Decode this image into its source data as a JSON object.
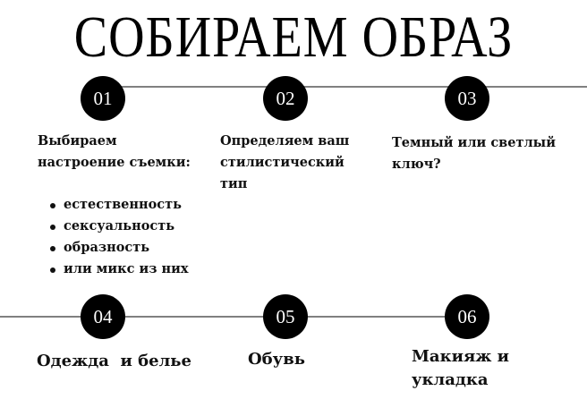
{
  "title": "СОБИРАЕМ ОБРАЗ",
  "colors": {
    "circle": "#000000",
    "line": "#808080",
    "text": "#111111"
  },
  "steps": [
    {
      "number": "01",
      "lines": [
        "Выбираем",
        "настроение съемки:"
      ],
      "bullets": [
        "естественность",
        "сексуальность",
        "образность",
        "или микс из них"
      ]
    },
    {
      "number": "02",
      "lines": [
        "Определяем ваш",
        "стилистический",
        "тип"
      ]
    },
    {
      "number": "03",
      "lines": [
        "Темный или светлый",
        "ключ?"
      ]
    },
    {
      "number": "04",
      "lines": [
        "Одежда  и белье"
      ]
    },
    {
      "number": "05",
      "lines": [
        "Обувь"
      ]
    },
    {
      "number": "06",
      "lines": [
        "Макияж и",
        "укладка"
      ]
    }
  ]
}
